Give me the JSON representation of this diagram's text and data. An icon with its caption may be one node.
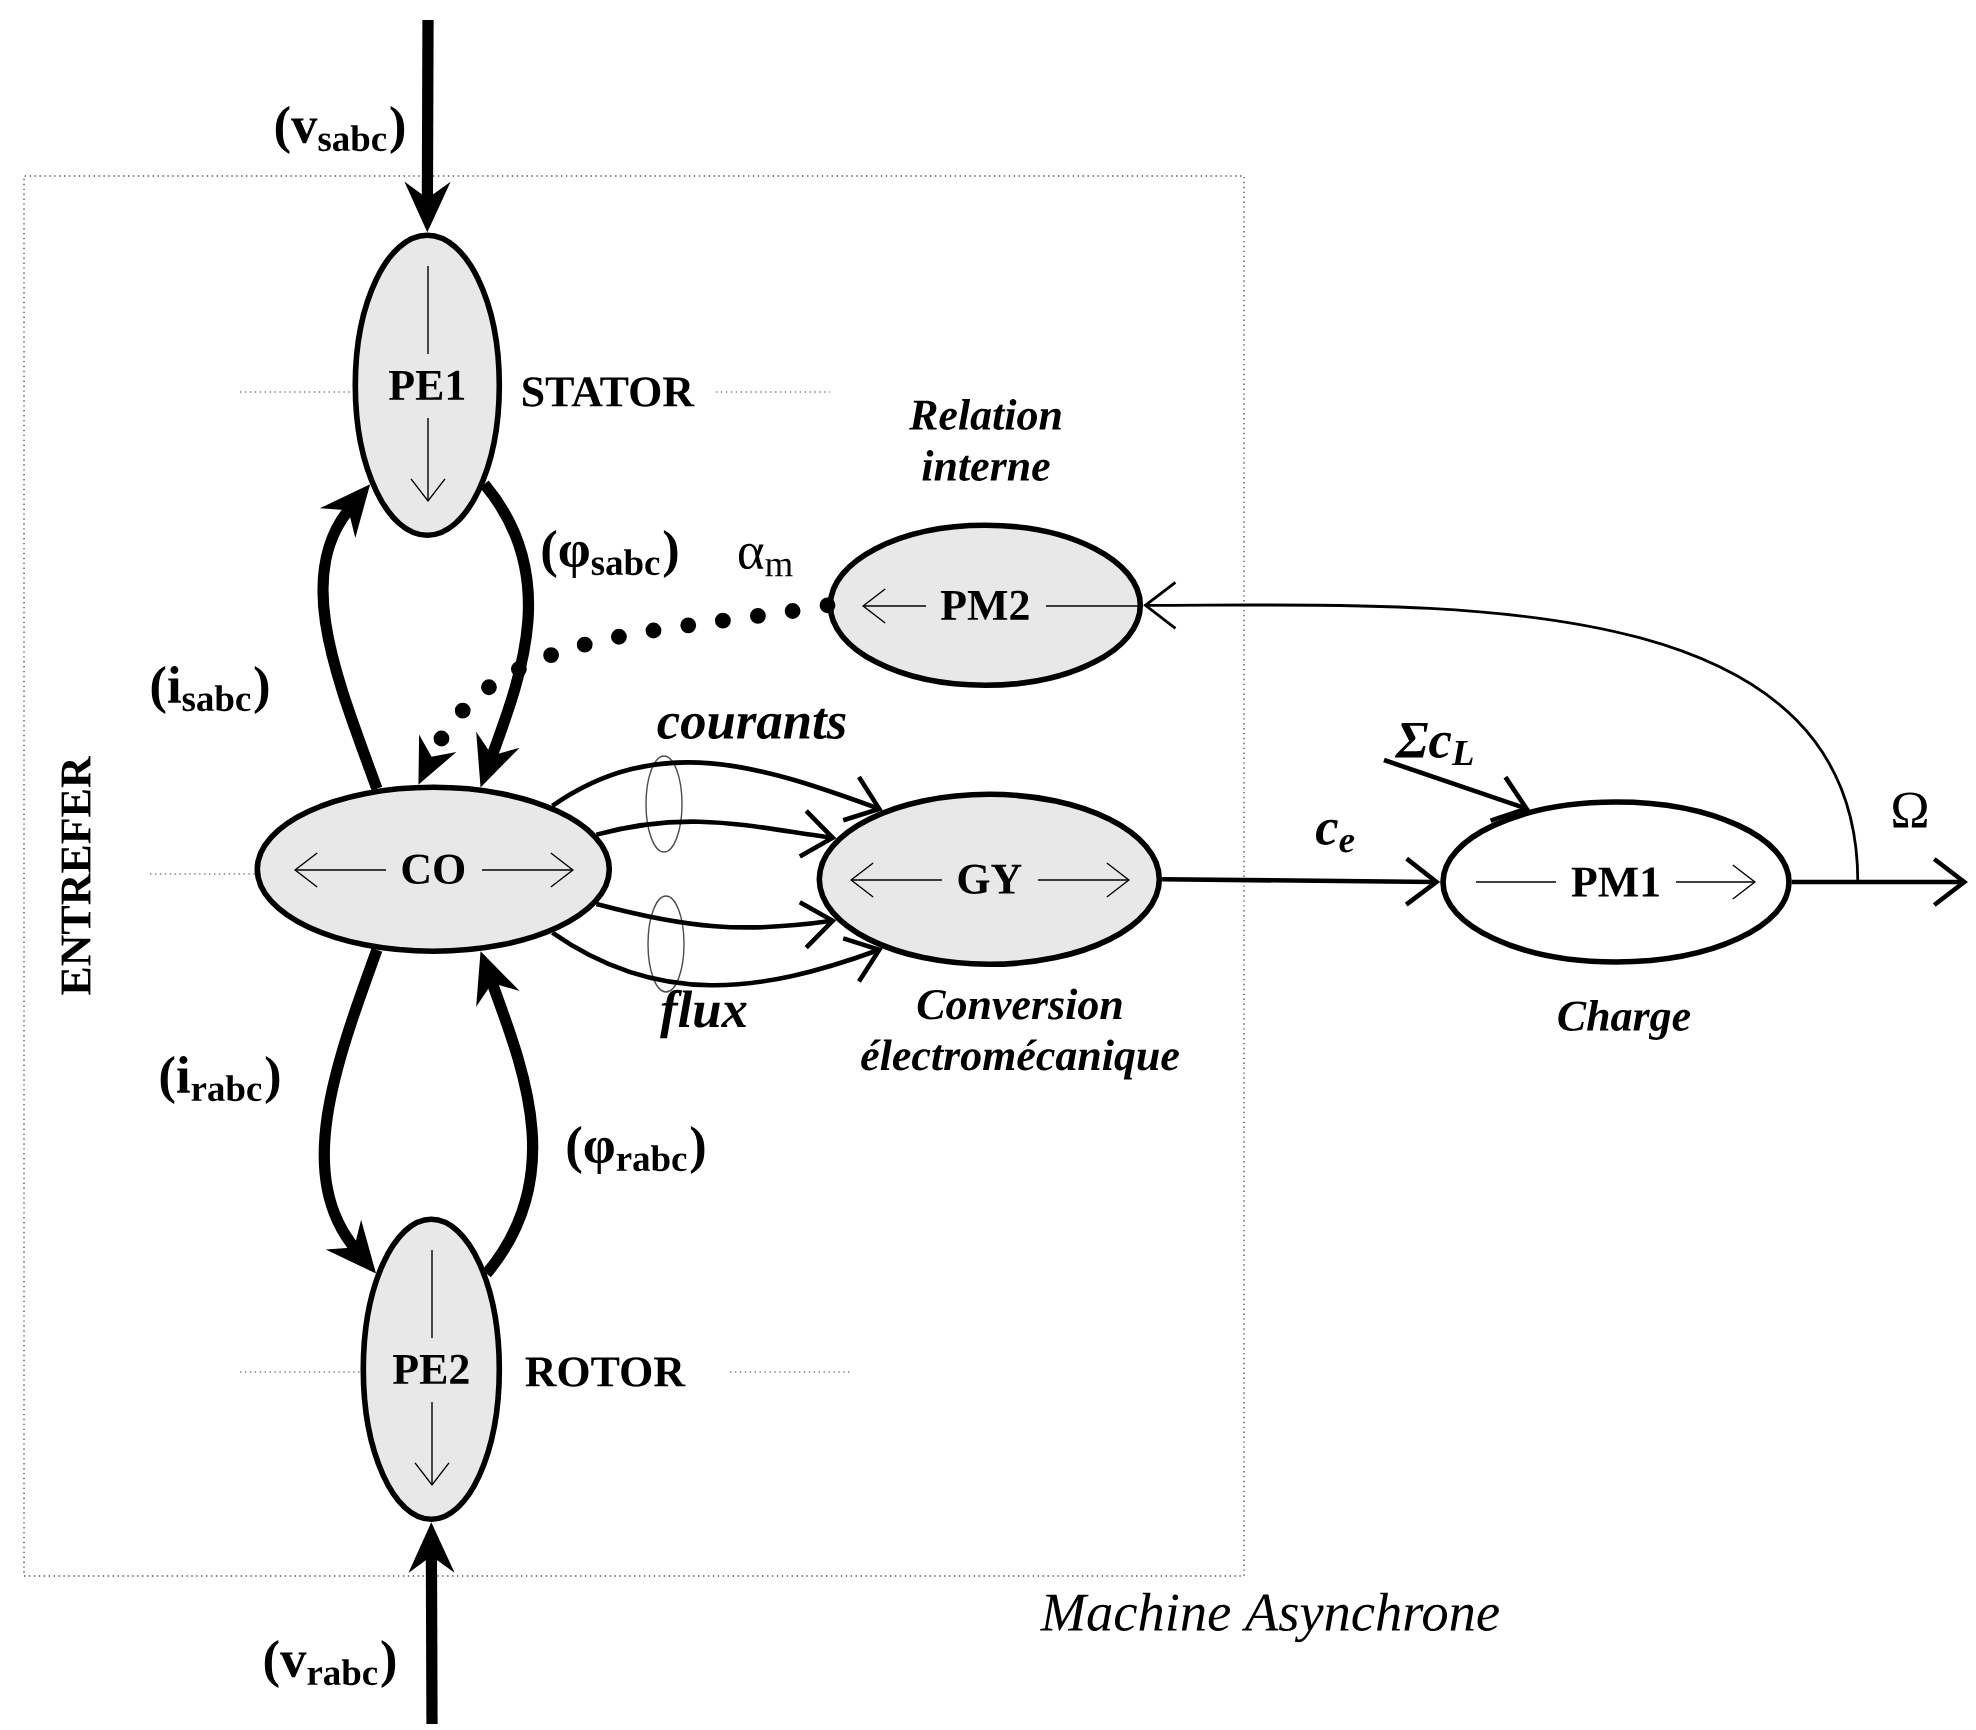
{
  "diagram": {
    "nodes": [
      {
        "text": [
          "Machine Asynchrone"
        ]
      },
      {
        "text": [
          "PE1"
        ],
        "beside": [
          "STATOR"
        ],
        "in": 0
      },
      {
        "text": [
          "CO"
        ],
        "in": 0
      },
      {
        "text": [
          "PE2"
        ],
        "beside": [
          "ROTOR"
        ],
        "in": 0
      },
      {
        "text": [
          "GY"
        ],
        "beside": [
          "Conversion électromécanique"
        ],
        "in": 0
      },
      {
        "text": [
          "PM2"
        ],
        "beside": [
          "Relation interne"
        ],
        "in": 0
      },
      {
        "text": [
          "PM1"
        ],
        "beside": [
          "Charge"
        ]
      }
    ],
    "edges": [
      {
        "from": null,
        "to": 1,
        "arrow": "to",
        "label": "(v$_{sabc}$)",
        "style": "thick"
      },
      {
        "from": 2,
        "to": 1,
        "arrow": "to",
        "label": "(i$_{sabc}$)",
        "style": "thick"
      },
      {
        "from": 1,
        "to": 2,
        "arrow": "to",
        "label": "(φ$_{sabc}$)",
        "style": "thick"
      },
      {
        "from": 5,
        "to": 2,
        "arrow": "to",
        "label": "α$_{m}$",
        "style": "dashed"
      },
      {
        "from": 2,
        "to": 4,
        "arrow": "to",
        "label": "courants"
      },
      {
        "from": 2,
        "to": 4,
        "arrow": "to"
      },
      {
        "from": 2,
        "to": 4,
        "arrow": "to"
      },
      {
        "from": 2,
        "to": 4,
        "arrow": "to",
        "label": "flux"
      },
      {
        "from": 4,
        "to": 6,
        "arrow": "to",
        "label": "c$_{e}$"
      },
      {
        "from": null,
        "to": 6,
        "arrow": "to",
        "label": "Σc$_{L}$"
      },
      {
        "from": 6,
        "to": null,
        "arrow": "to",
        "label": "Ω"
      },
      {
        "from": 6,
        "to": 5,
        "arrow": "to"
      },
      {
        "from": 2,
        "to": 3,
        "arrow": "to",
        "label": "(i$_{rabc}$)",
        "style": "thick"
      },
      {
        "from": 3,
        "to": 2,
        "arrow": "to",
        "label": "(φ$_{rabc}$)",
        "style": "thick"
      },
      {
        "from": null,
        "to": 3,
        "arrow": "to",
        "label": "(v$_{rabc}$)",
        "style": "thick"
      }
    ],
    "labels": [
      "ENTREFER"
    ]
  }
}
